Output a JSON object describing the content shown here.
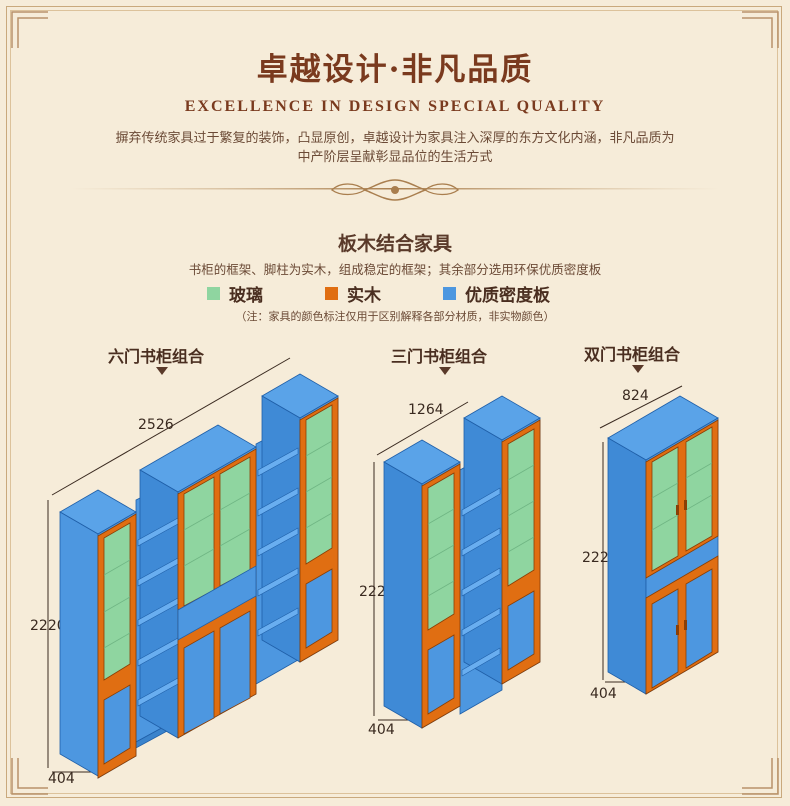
{
  "header": {
    "title": "卓越设计·非凡品质",
    "subtitle": "EXCELLENCE IN DESIGN SPECIAL QUALITY",
    "intro_line1": "摒弃传统家具过于繁复的装饰，凸显原创，卓越设计为家具注入深厚的东方文化内涵，非凡品质为",
    "intro_line2": "中产阶层呈献彰显品位的生活方式"
  },
  "section": {
    "title": "板木结合家具",
    "description": "书柜的框架、脚柱为实木，组成稳定的框架；其余部分选用环保优质密度板",
    "note": "（注：家具的颜色标注仅用于区别解释各部分材质，非实物颜色）"
  },
  "legend": [
    {
      "label": "玻璃",
      "color": "#8fd5a0"
    },
    {
      "label": "实木",
      "color": "#e06e12"
    },
    {
      "label": "优质密度板",
      "color": "#4d97e0"
    }
  ],
  "colors": {
    "glass": "#8fd5a0",
    "wood": "#e06e12",
    "board": "#4d97e0",
    "title": "#7a3a1e"
  },
  "combos": [
    {
      "name": "六门书柜组合",
      "width": "2526",
      "height": "2220",
      "depth": "404"
    },
    {
      "name": "三门书柜组合",
      "width": "1264",
      "height": "2220",
      "depth": "404"
    },
    {
      "name": "双门书柜组合",
      "width": "824",
      "height": "2220",
      "depth": "404"
    }
  ]
}
